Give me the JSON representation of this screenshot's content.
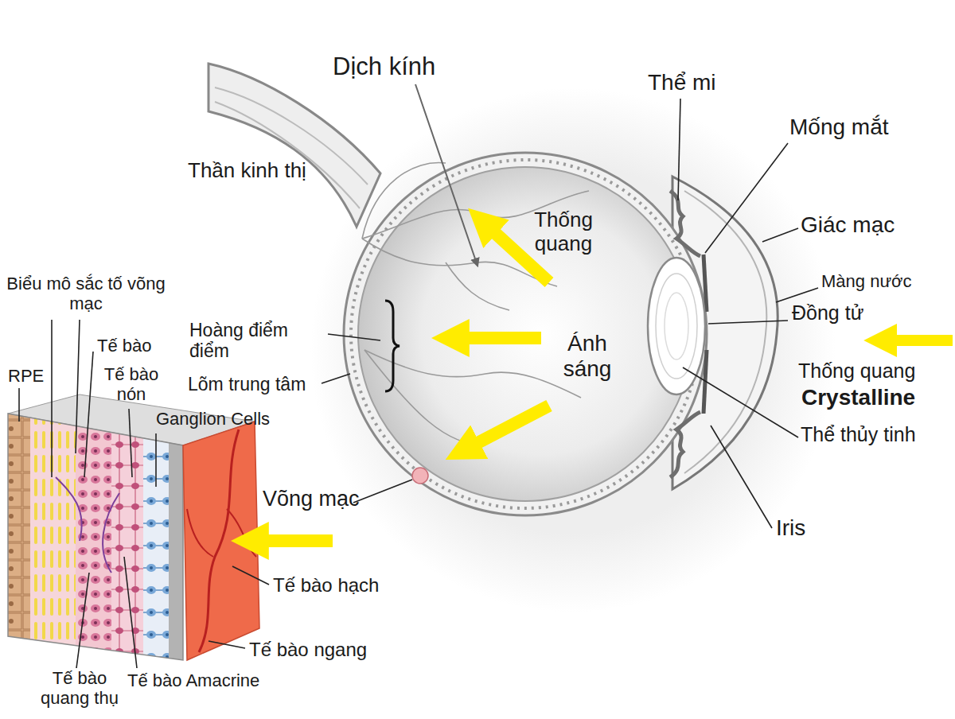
{
  "diagram": {
    "labels": [
      "Dịch kính",
      "Thể mi",
      "Mống mắt",
      "Thần kinh thị",
      "Giác mạc",
      "Thống quang",
      "Biểu mô sắc tố võng mạc",
      "Màng nước",
      "Đồng tử",
      "Hoàng điểm điểm",
      "Ánh sáng",
      "Tế bào",
      "Thống quang",
      "Tế bào nón",
      "Lõm trung tâm",
      "Crystalline",
      "RPE",
      "Ganglion Cells",
      "Thể thủy tinh",
      "Võng mạc",
      "Iris",
      "Tế bào hạch",
      "Tế bào ngang",
      "Tế bào quang thụ",
      "Tế bào Amacrine"
    ]
  }
}
